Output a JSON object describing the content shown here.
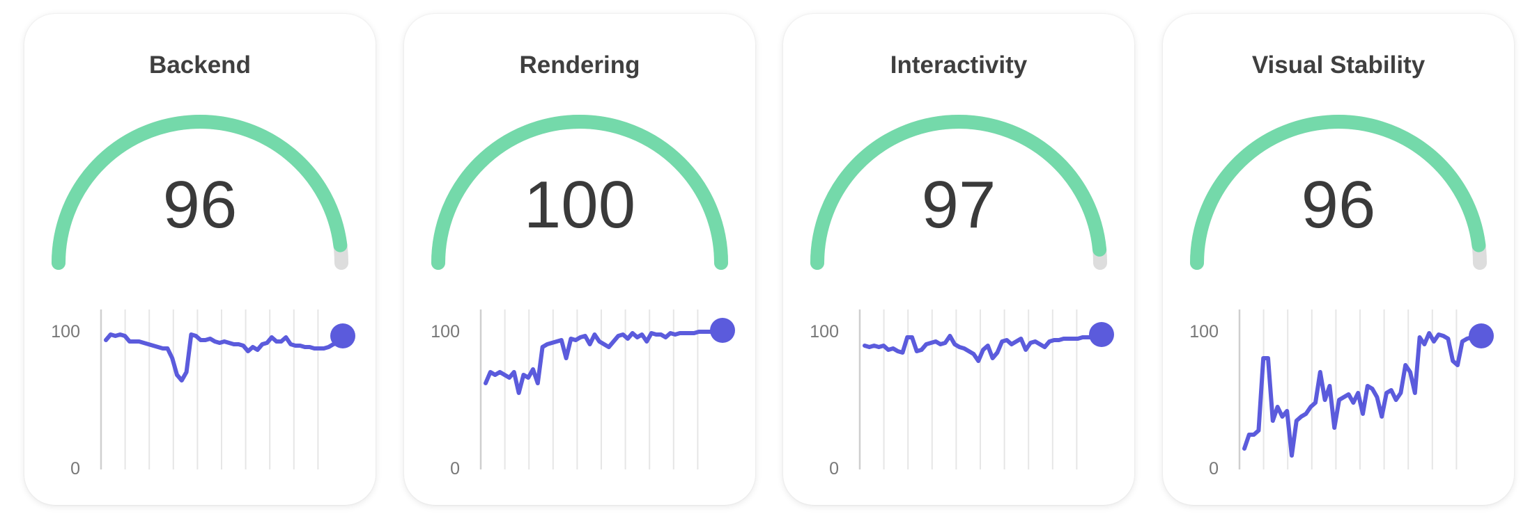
{
  "colors": {
    "gauge": "#74d9aa",
    "gauge_rest": "#dddddd",
    "line": "#5b5bdc",
    "grid": "#e6e6e6",
    "axis": "#cfcfcf"
  },
  "chart_data": [
    {
      "type": "line",
      "title": "Backend",
      "score": "96",
      "gauge_value": 96,
      "ylim": [
        0,
        100
      ],
      "yticks": [
        "100",
        "0"
      ],
      "values": [
        93,
        97,
        96,
        97,
        96,
        92,
        92,
        92,
        91,
        90,
        89,
        88,
        87,
        87,
        80,
        68,
        64,
        70,
        97,
        96,
        93,
        93,
        94,
        92,
        91,
        92,
        91,
        90,
        90,
        89,
        85,
        88,
        86,
        90,
        91,
        95,
        92,
        92,
        95,
        90,
        89,
        89,
        88,
        88,
        87,
        87,
        87,
        88,
        90,
        91,
        96
      ]
    },
    {
      "type": "line",
      "title": "Rendering",
      "score": "100",
      "gauge_value": 100,
      "ylim": [
        0,
        100
      ],
      "yticks": [
        "100",
        "0"
      ],
      "values": [
        62,
        70,
        68,
        70,
        68,
        66,
        70,
        55,
        68,
        66,
        72,
        62,
        88,
        90,
        91,
        92,
        93,
        80,
        94,
        93,
        95,
        96,
        90,
        97,
        92,
        90,
        88,
        92,
        96,
        97,
        94,
        98,
        95,
        97,
        92,
        98,
        97,
        97,
        95,
        98,
        97,
        98,
        98,
        98,
        98,
        99,
        99,
        99,
        99,
        99,
        100
      ]
    },
    {
      "type": "line",
      "title": "Interactivity",
      "score": "97",
      "gauge_value": 97,
      "ylim": [
        0,
        100
      ],
      "yticks": [
        "100",
        "0"
      ],
      "values": [
        89,
        88,
        89,
        88,
        89,
        86,
        87,
        85,
        84,
        95,
        95,
        85,
        86,
        90,
        91,
        92,
        90,
        91,
        96,
        90,
        88,
        87,
        85,
        83,
        78,
        86,
        89,
        80,
        84,
        92,
        93,
        90,
        92,
        94,
        86,
        91,
        92,
        90,
        88,
        92,
        93,
        93,
        94,
        94,
        94,
        94,
        95,
        95,
        95,
        96,
        97
      ]
    },
    {
      "type": "line",
      "title": "Visual Stability",
      "score": "96",
      "gauge_value": 96,
      "ylim": [
        0,
        100
      ],
      "yticks": [
        "100",
        "0"
      ],
      "values": [
        15,
        25,
        25,
        28,
        80,
        80,
        35,
        45,
        38,
        42,
        10,
        35,
        38,
        40,
        45,
        48,
        70,
        50,
        60,
        30,
        50,
        52,
        54,
        48,
        55,
        40,
        60,
        58,
        52,
        38,
        55,
        57,
        50,
        55,
        75,
        70,
        55,
        95,
        90,
        98,
        92,
        97,
        96,
        94,
        78,
        75,
        92,
        94,
        95,
        96,
        96
      ]
    }
  ]
}
